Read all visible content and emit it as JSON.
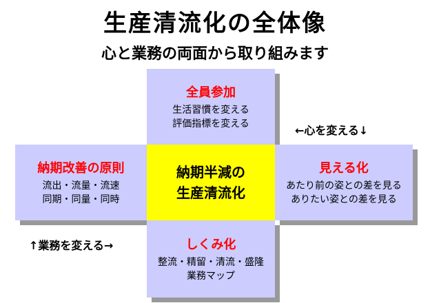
{
  "title": "生産清流化の全体像",
  "subtitle": "心と業務の両面から取り組みます",
  "center": {
    "line1": "納期半減の",
    "line2": "生産清流化"
  },
  "top": {
    "head": "全員参加",
    "line1": "生活習慣を変える",
    "line2": "評価指標を変える"
  },
  "left": {
    "head": "納期改善の原則",
    "line1": "流出・流量・流速",
    "line2": "同期・同量・同時"
  },
  "right": {
    "head": "見える化",
    "line1": "あたり前の姿との差を見る",
    "line2": "ありたい姿との差を見る"
  },
  "bottom": {
    "head": "しくみ化",
    "line1": "整流・精留・清流・盛隆",
    "line2": "業務マップ"
  },
  "notes": {
    "heart": "←心を変える↓",
    "work": "↑業務を変える→"
  },
  "colors": {
    "box": "#ccccff",
    "center": "#ffff00",
    "heading": "#ff0000",
    "shadow": "#999999"
  }
}
